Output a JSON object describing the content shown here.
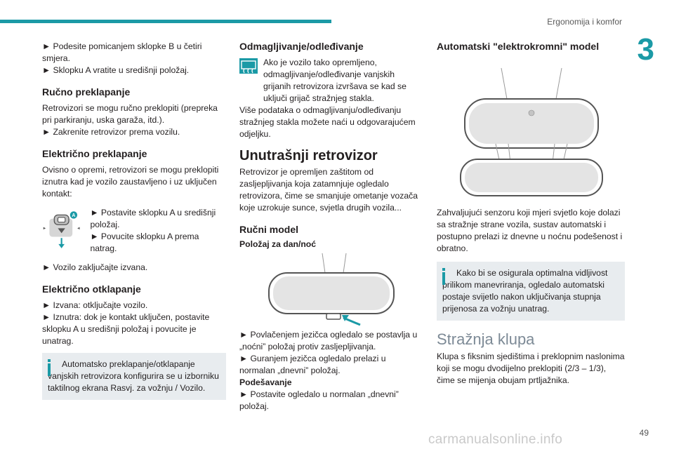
{
  "header": {
    "section": "Ergonomija i komfor",
    "chapter": "3"
  },
  "footer": {
    "page": "49",
    "watermark": "carmanualsonline.info"
  },
  "col1": {
    "p1": "► Podesite pomicanjem sklopke B u četiri smjera.",
    "p2": "► Sklopku A vratite u središnji položaj.",
    "h_manual": "Ručno preklapanje",
    "manual_text": "Retrovizori se mogu ručno preklopiti (prepreka pri parkiranju, uska garaža, itd.).",
    "manual_step": "► Zakrenite retrovizor prema vozilu.",
    "h_electric": "Električno preklapanje",
    "electric_text": "Ovisno o opremi, retrovizori se mogu preklopiti iznutra kad je vozilo zaustavljeno i uz uključen kontakt:",
    "switch_label": "A",
    "step1": "► Postavite sklopku A u središnji položaj.",
    "step2": "► Povucite sklopku A prema natrag.",
    "lock": "► Vozilo zaključajte izvana.",
    "h_unfold": "Električno otklapanje",
    "unfold1": "► Izvana: otključajte vozilo.",
    "unfold2": "► Iznutra: dok je kontakt uključen, postavite sklopku A u središnji položaj i povucite je unatrag.",
    "note": "Automatsko preklapanje/otklapanje vanjskih retrovizora konfigurira se u izborniku taktilnog ekrana Rasvj. za vožnju / Vozilo."
  },
  "col2": {
    "h_defrost": "Odmagljivanje/odleđivanje",
    "defrost_text": "Ako je vozilo tako opremljeno, odmagljivanje/odleđivanje vanjskih grijanih retrovizora izvršava se kad se uključi grijač stražnjeg stakla.",
    "defrost_more": "Više podataka o odmagljivanju/odleđivanju stražnjeg stakla možete naći u odgovarajućem odjeljku.",
    "h_inner": "Unutrašnji retrovizor",
    "inner_text": "Retrovizor je opremljen zaštitom od zasljepljivanja koja zatamnjuje ogledalo retrovizora, čime se smanjuje ometanje vozača koje uzrokuje sunce, svjetla drugih vozila...",
    "h_manual_model": "Ručni model",
    "h_daynight": "Položaj za dan/noć",
    "pull": "► Povlačenjem jezičca ogledalo se postavlja u „noćni” položaj protiv zasljepljivanja.",
    "push": "► Guranjem jezičca ogledalo prelazi u normalan „dnevni” položaj.",
    "h_adjust": "Podešavanje",
    "adjust": "► Postavite ogledalo u normalan „dnevni” položaj."
  },
  "col3": {
    "h_auto": "Automatski \"elektrokromni\" model",
    "auto_text": "Zahvaljujući senzoru koji mjeri svjetlo koje dolazi sa stražnje strane vozila, sustav automatski i postupno prelazi iz dnevne u noćnu podešenost i obratno.",
    "note": "Kako bi se osigurala optimalna vidljivost prilikom manevriranja, ogledalo automatski postaje svijetlo nakon uključivanja stupnja prijenosa za vožnju unatrag.",
    "h_bench": "Stražnja klupa",
    "bench_text": "Klupa s fiksnim sjedištima i preklopnim naslonima koji se mogu dvodijelno preklopiti (2/3 – 1/3), čime se mijenja obujam prtljažnika."
  },
  "colors": {
    "accent": "#1b9aa6",
    "note_bg": "#e8ecef"
  }
}
